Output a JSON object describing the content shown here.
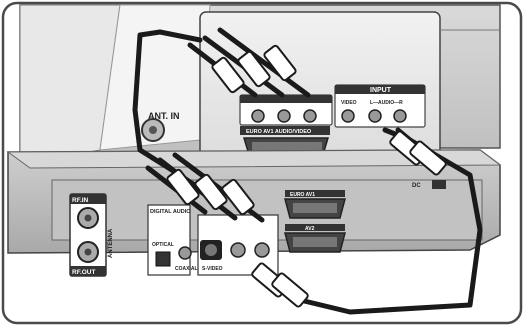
{
  "tv": {
    "ant_in_label": "ANT. IN",
    "input_label": "INPUT",
    "video_label": "VIDEO",
    "audio_label": "L—AUDIO—R",
    "scart_label": "EURO AV1 AUDIO/VIDEO"
  },
  "recorder": {
    "rf_in_label": "RF.IN",
    "rf_out_label": "RF.OUT",
    "antenna_label": "ANTENNA",
    "digital_audio_label": "DIGITAL AUDIO",
    "optical_label": "OPTICAL",
    "coaxial_label": "COAXIAL",
    "svideo_label": "S-VIDEO",
    "scart_top_label": "EURO AV1",
    "scart_bottom_label": "AV2",
    "small_label": "DC"
  }
}
